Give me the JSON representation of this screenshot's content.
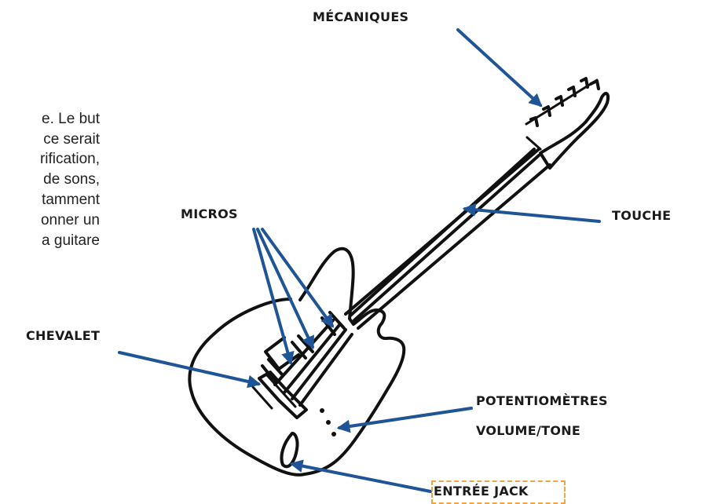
{
  "paragraph_lines": [
    "e. Le but",
    "ce serait",
    "rification,",
    "de sons,",
    "tamment",
    "onner un",
    "a guitare"
  ],
  "labels": {
    "mecaniques": "MÉCANIQUES",
    "micros": "MICROS",
    "touche": "TOUCHE",
    "chevalet": "CHEVALET",
    "potentiometres_line1": "POTENTIOMÈTRES",
    "potentiometres_line2": "VOLUME/TONE",
    "entree_jack": "ENTRÉE JACK"
  },
  "colors": {
    "arrow": "#1f5597",
    "outline": "#111111",
    "highlight_box": "#f0a640"
  }
}
